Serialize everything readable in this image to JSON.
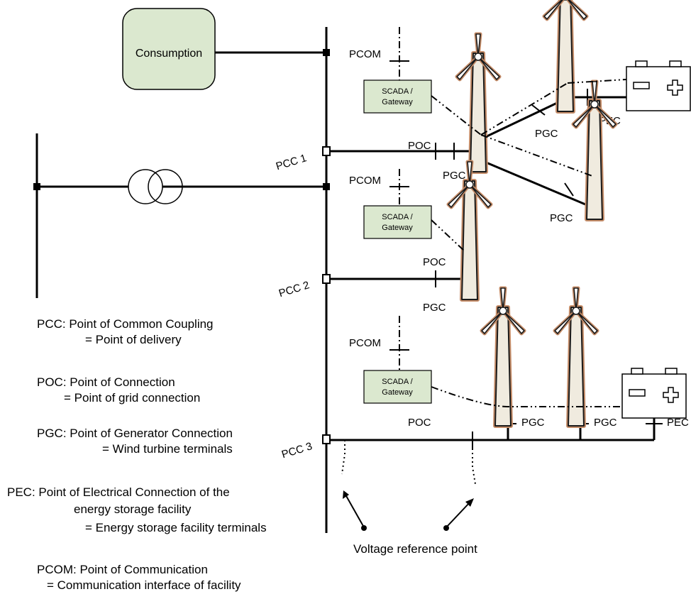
{
  "consumption_box": "Consumption",
  "scada_line1": "SCADA /",
  "scada_line2": "Gateway",
  "labels": {
    "pcc1": "PCC 1",
    "pcc2": "PCC 2",
    "pcc3": "PCC 3",
    "pcom": "PCOM",
    "poc": "POC",
    "pgc": "PGC",
    "pec": "PEC",
    "voltage_ref": "Voltage reference point"
  },
  "legend": [
    {
      "term": "PCC: Point of Common Coupling",
      "definition": "= Point of delivery"
    },
    {
      "term": "POC: Point of Connection",
      "definition": "= Point of grid connection"
    },
    {
      "term": "PGC: Point of Generator Connection",
      "definition": "= Wind turbine terminals"
    },
    {
      "term": "PEC: Point of Electrical Connection of the",
      "continuation": "energy storage facility",
      "definition": "= Energy storage facility terminals"
    },
    {
      "term": "PCOM: Point of Communication",
      "definition": "= Communication interface of facility"
    }
  ],
  "colors": {
    "box_fill": "#dbe8cf",
    "turbine_outline": "#c48c68",
    "line": "#000000"
  }
}
